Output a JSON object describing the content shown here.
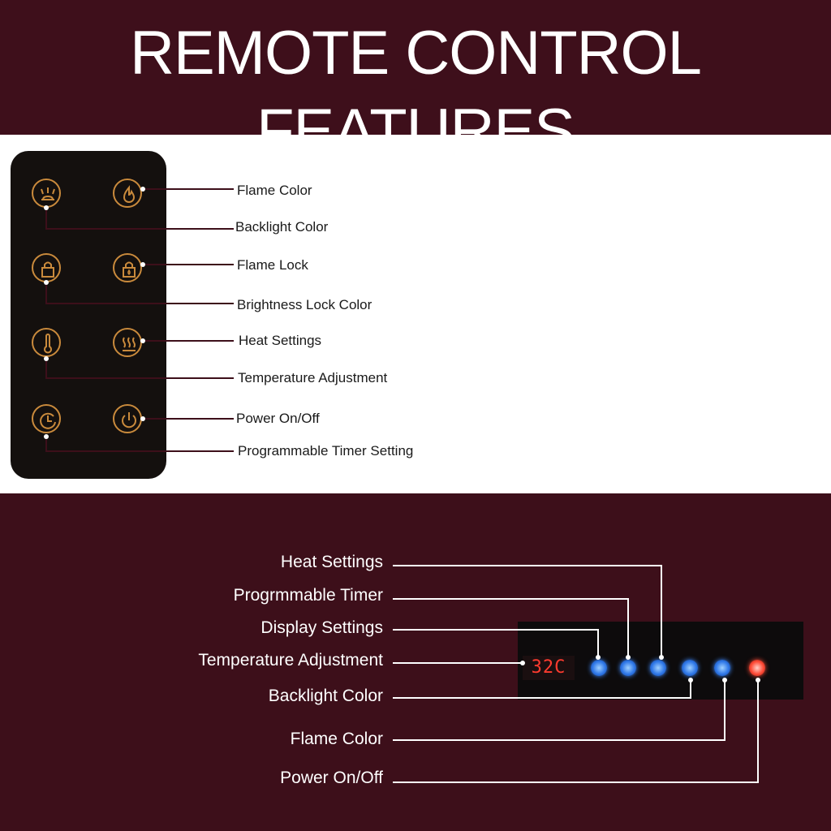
{
  "title": "REMOTE CONTROL FEATURES",
  "remote": {
    "labels": {
      "flame_color": "Flame Color",
      "backlight_color": "Backlight Color",
      "flame_lock": "Flame Lock",
      "brightness_lock_color": "Brightness Lock Color",
      "heat_settings": "Heat Settings",
      "temperature_adjustment": "Temperature Adjustment",
      "power": "Power On/Off",
      "timer": "Programmable Timer Setting"
    }
  },
  "panel": {
    "temperature_readout": "32C",
    "labels": {
      "heat_settings": "Heat Settings",
      "timer": "Progrmmable Timer",
      "display_settings": "Display Settings",
      "temperature_adjustment": "Temperature Adjustment",
      "backlight_color": "Backlight Color",
      "flame_color": "Flame Color",
      "power": "Power On/Off"
    }
  },
  "colors": {
    "background": "#3d0f1a",
    "remote_button": "#c98a3c",
    "panel_blue": "#2f78e8",
    "panel_red": "#ff4a36"
  }
}
